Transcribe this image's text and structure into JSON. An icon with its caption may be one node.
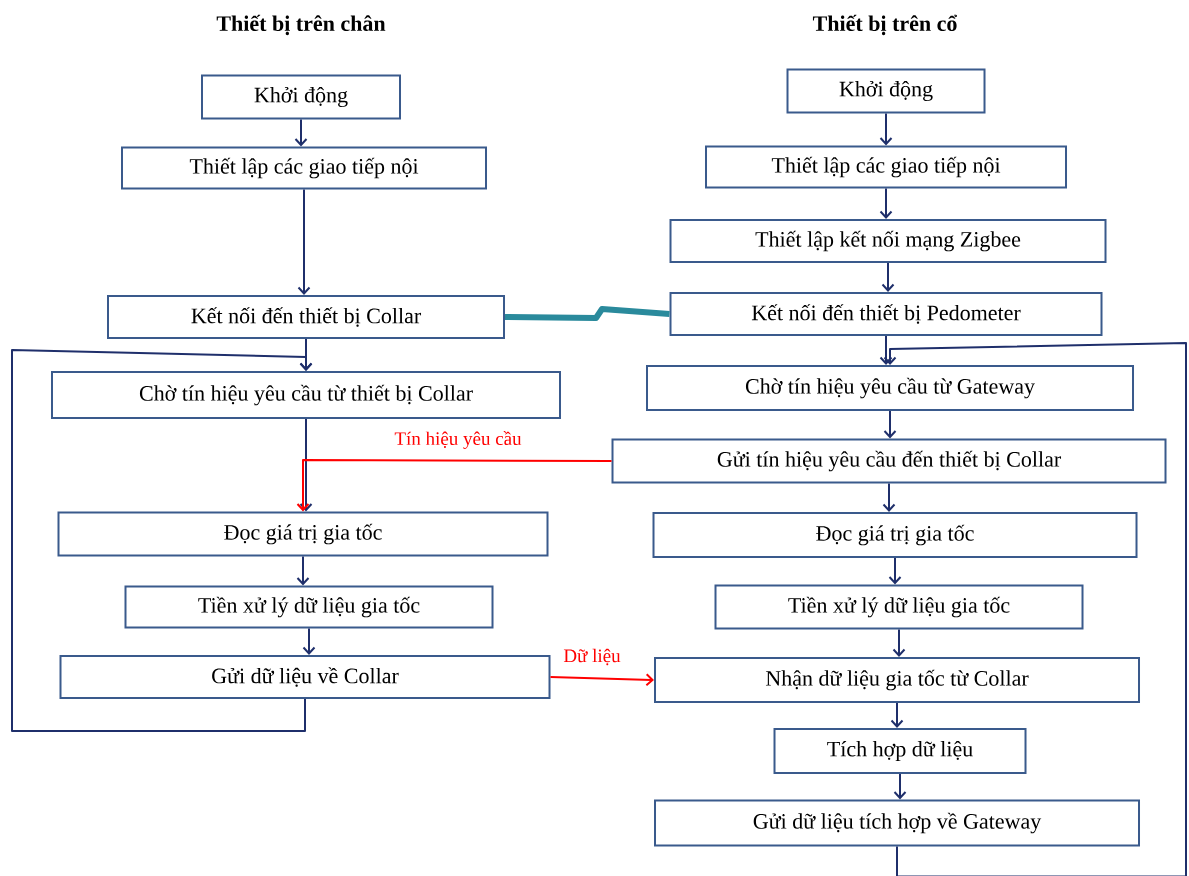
{
  "diagram": {
    "nodes": [
      {
        "text": [
          "Khởi động"
        ]
      },
      {
        "text": [
          "Thiết lập các giao tiếp nội"
        ]
      },
      {
        "text": [
          "Kết nối đến thiết bị Collar"
        ]
      },
      {
        "text": [
          "Chờ tín hiệu yêu cầu từ thiết bị Collar"
        ]
      },
      {
        "text": [
          "Đọc giá trị gia tốc"
        ]
      },
      {
        "text": [
          "Tiền xử lý dữ liệu gia tốc"
        ]
      },
      {
        "text": [
          "Gửi dữ liệu về Collar"
        ]
      },
      {
        "text": [
          "Khởi động"
        ]
      },
      {
        "text": [
          "Thiết lập các giao tiếp nội"
        ]
      },
      {
        "text": [
          "Thiết lập kết nối mạng Zigbee"
        ]
      },
      {
        "text": [
          "Kết nối đến thiết bị Pedometer"
        ]
      },
      {
        "text": [
          "Chờ tín hiệu yêu cầu từ Gateway"
        ]
      },
      {
        "text": [
          "Gửi tín hiệu yêu cầu đến thiết bị Collar"
        ]
      },
      {
        "text": [
          "Đọc giá trị gia tốc"
        ]
      },
      {
        "text": [
          "Tiền xử lý dữ liệu gia tốc"
        ]
      },
      {
        "text": [
          "Nhận dữ liệu gia tốc từ Collar"
        ]
      },
      {
        "text": [
          "Tích hợp dữ liệu"
        ]
      },
      {
        "text": [
          "Gửi dữ liệu tích hợp về Gateway"
        ]
      }
    ],
    "edges": [
      {
        "from": 0,
        "to": 1,
        "arrow": "to"
      },
      {
        "from": 1,
        "to": 2,
        "arrow": "to"
      },
      {
        "from": 2,
        "to": 3,
        "arrow": "to"
      },
      {
        "from": 3,
        "to": 4,
        "arrow": "to"
      },
      {
        "from": 4,
        "to": 5,
        "arrow": "to"
      },
      {
        "from": 5,
        "to": 6,
        "arrow": "to"
      },
      {
        "from": 6,
        "to": 3,
        "arrow": "to"
      },
      {
        "from": 7,
        "to": 8,
        "arrow": "to"
      },
      {
        "from": 8,
        "to": 9,
        "arrow": "to"
      },
      {
        "from": 9,
        "to": 10,
        "arrow": "to"
      },
      {
        "from": 10,
        "to": 11,
        "arrow": "to"
      },
      {
        "from": 11,
        "to": 12,
        "arrow": "to"
      },
      {
        "from": 12,
        "to": 13,
        "arrow": "to"
      },
      {
        "from": 13,
        "to": 14,
        "arrow": "to"
      },
      {
        "from": 14,
        "to": 15,
        "arrow": "to"
      },
      {
        "from": 15,
        "to": 16,
        "arrow": "to"
      },
      {
        "from": 16,
        "to": 17,
        "arrow": "to"
      },
      {
        "from": 17,
        "to": 11,
        "arrow": "to"
      },
      {
        "from": 12,
        "to": 4,
        "arrow": "to",
        "label": "Tín hiệu yêu cầu",
        "color": "#ff0000"
      },
      {
        "from": 6,
        "to": 15,
        "arrow": "to",
        "label": "Dữ liệu",
        "color": "#ff0000"
      },
      {
        "from": 2,
        "to": 10,
        "arrow": "none",
        "style": "thick",
        "color": "#2a8a9c"
      }
    ],
    "labels": [
      "Thiết bị trên chân",
      "Thiết bị trên cổ"
    ]
  }
}
